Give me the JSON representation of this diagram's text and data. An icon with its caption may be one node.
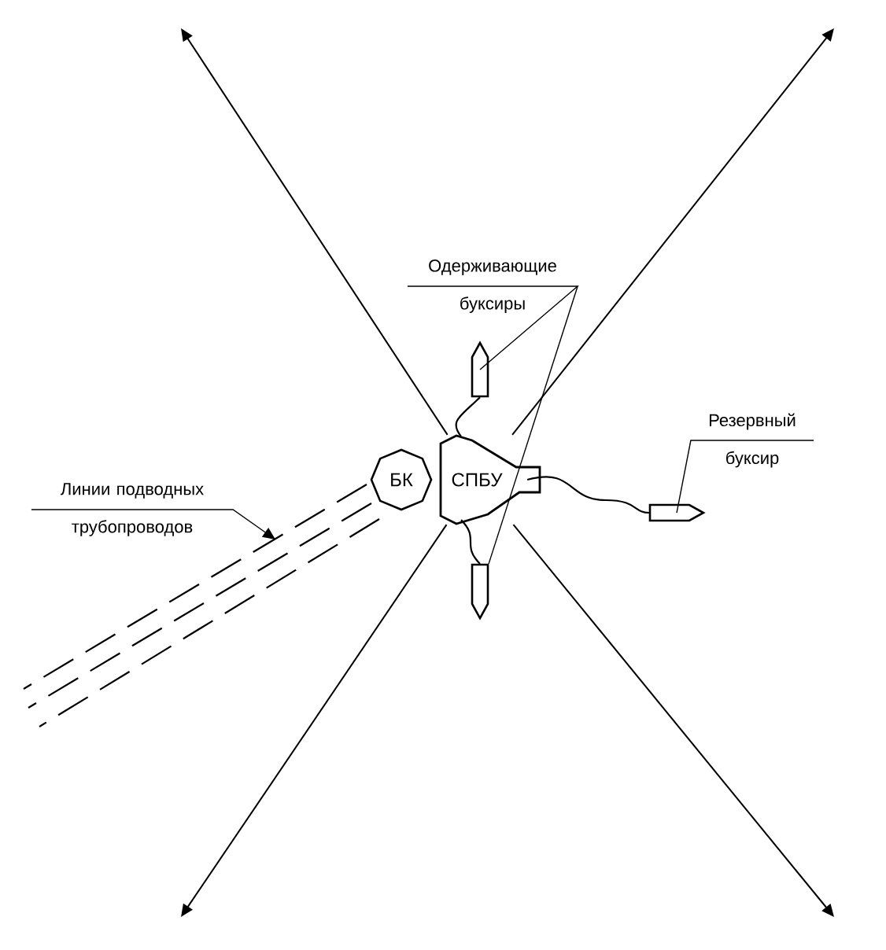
{
  "diagram": {
    "nodes": [
      {
        "text": [
          "Одерживающие буксиры"
        ]
      },
      {
        "text": [],
        "shape": "boat"
      },
      {
        "text": [
          "Резервный буксир"
        ]
      },
      {
        "text": [
          "Линии подводных трубопроводов"
        ]
      },
      {
        "text": [
          "БК"
        ]
      },
      {
        "text": [
          "СПБУ"
        ]
      },
      {
        "text": [],
        "shape": "boat"
      },
      {
        "text": [],
        "shape": "boat"
      }
    ],
    "edges": [
      {
        "from": 5,
        "to": null,
        "arrow": "to"
      },
      {
        "from": 5,
        "to": null,
        "arrow": "to"
      },
      {
        "from": 5,
        "to": null,
        "arrow": "to"
      },
      {
        "from": 5,
        "to": null,
        "arrow": "to"
      },
      {
        "from": 5,
        "to": 1,
        "arrow": "none"
      },
      {
        "from": 5,
        "to": 7,
        "arrow": "none"
      },
      {
        "from": 5,
        "to": 6,
        "arrow": "none"
      },
      {
        "from": 4,
        "to": null,
        "arrow": "none",
        "style": "dashed"
      },
      {
        "from": 4,
        "to": null,
        "arrow": "none",
        "style": "dashed"
      },
      {
        "from": 4,
        "to": null,
        "arrow": "none",
        "style": "dashed"
      },
      {
        "from": 0,
        "to": 1,
        "arrow": "none"
      },
      {
        "from": 0,
        "to": 7,
        "arrow": "none"
      },
      {
        "from": 2,
        "to": 6,
        "arrow": "none"
      },
      {
        "from": 3,
        "to": null,
        "arrow": "to"
      }
    ]
  }
}
